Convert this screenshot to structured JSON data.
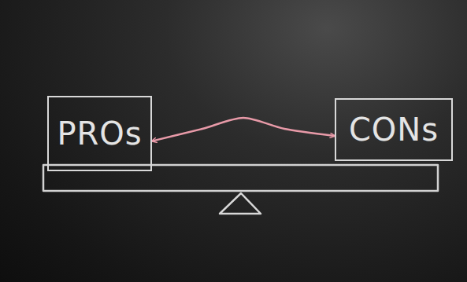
{
  "diagram": {
    "nodes": [
      {
        "text": [
          "PROs"
        ]
      },
      {
        "text": [
          "CONs"
        ]
      }
    ],
    "edges": [
      {
        "from": 0,
        "to": 1,
        "arrow": "both"
      }
    ]
  }
}
